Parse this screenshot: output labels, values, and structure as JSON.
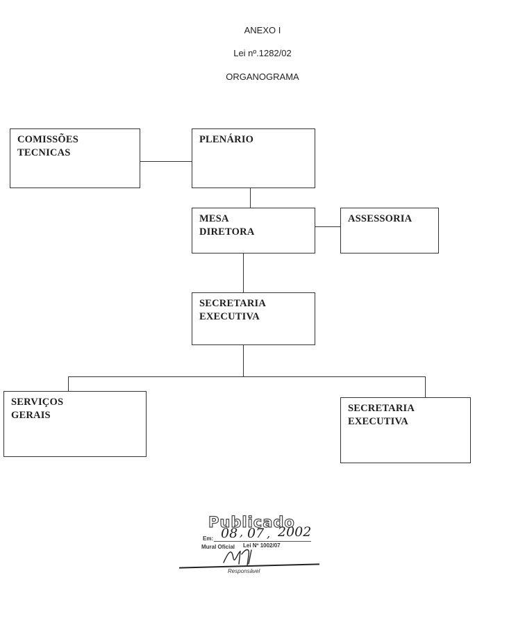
{
  "header": {
    "annex": "ANEXO I",
    "law": "Lei nº.1282/02",
    "title": "ORGANOGRAMA"
  },
  "org_chart": {
    "nodes": {
      "commissions": "COMISSÕES\nTECNICAS",
      "plenary": "PLENÁRIO",
      "board": "MESA\nDIRETORA",
      "advisory": "ASSESSORIA",
      "secretariat": "SECRETARIA\nEXECUTIVA",
      "general_services": "SERVIÇOS\nGERAIS",
      "secretariat_2": "SECRETARIA\nEXECUTIVA"
    }
  },
  "stamp": {
    "title": "Publicado",
    "em_label": "Em:",
    "day": "08",
    "month": "07",
    "year": "2002",
    "mural_label": "Mural Oficial",
    "law_ref": "Lei Nº 1002/07",
    "responsible_label": "Responsável"
  }
}
